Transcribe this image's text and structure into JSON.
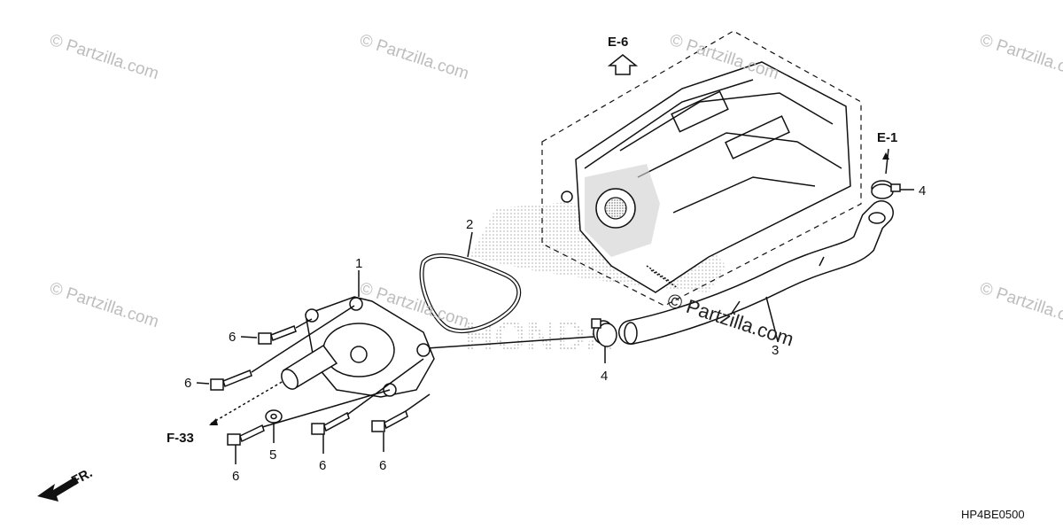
{
  "watermarks": [
    {
      "text": "© Partzilla.com"
    },
    {
      "text": "© Partzilla.com"
    },
    {
      "text": "© Partzilla.com"
    },
    {
      "text": "© Partzilla.com"
    },
    {
      "text": "© Partzilla.com"
    },
    {
      "text": "© Partzilla.com"
    },
    {
      "text": "© Partzilla.com"
    }
  ],
  "watermark_main": "© Partzilla.com",
  "references": {
    "e6": "E-6",
    "e1": "E-1",
    "f33": "F-33",
    "fr": "FR."
  },
  "callouts": {
    "c1": "1",
    "c2": "2",
    "c3": "3",
    "c4_top": "4",
    "c4_mid": "4",
    "c5": "5",
    "c6_a": "6",
    "c6_b": "6",
    "c6_c": "6",
    "c6_d": "6",
    "c6_e": "6"
  },
  "diagram_code": "HP4BE0500",
  "background_logo": "HONDA"
}
